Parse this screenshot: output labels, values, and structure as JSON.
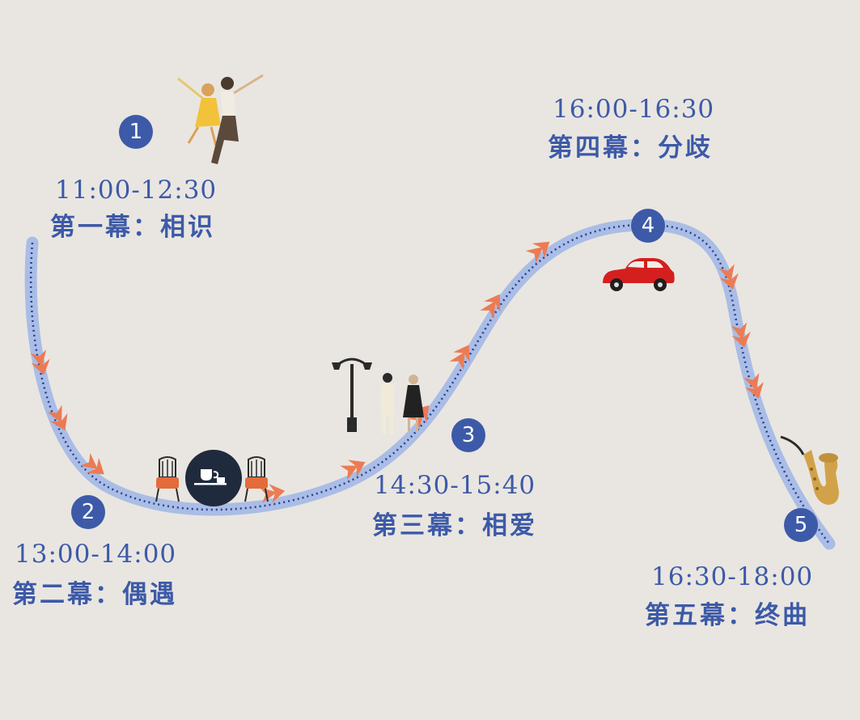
{
  "colors": {
    "background": "#e9e6e1",
    "path_band": "#a9bde6",
    "path_dots": "#2d3f8c",
    "text": "#3d5aa8",
    "badge": "#3d5aa8",
    "arrow": "#ec7b54"
  },
  "acts": [
    {
      "number": "1",
      "time": "11:00-12:30",
      "title": "第一幕：相识",
      "icon": "dancing-couple-icon"
    },
    {
      "number": "2",
      "time": "13:00-14:00",
      "title": "第二幕：偶遇",
      "icon": "cafe-icon"
    },
    {
      "number": "3",
      "time": "14:30-15:40",
      "title": "第三幕：相爱",
      "icon": "street-lamp-couple-icon"
    },
    {
      "number": "4",
      "time": "16:00-16:30",
      "title": "第四幕：分歧",
      "icon": "red-car-icon"
    },
    {
      "number": "5",
      "time": "16:30-18:00",
      "title": "第五幕：终曲",
      "icon": "saxophone-icon"
    }
  ]
}
